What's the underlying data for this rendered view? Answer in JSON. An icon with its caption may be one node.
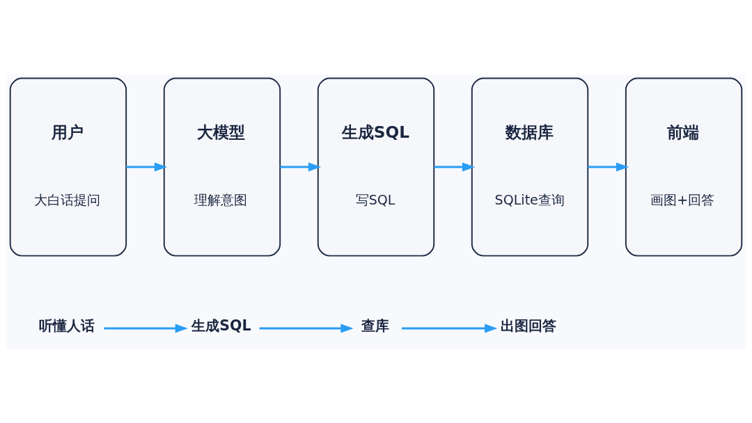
{
  "diagram": {
    "nodes": [
      {
        "text": [
          "用户",
          "大白话提问"
        ]
      },
      {
        "text": [
          "大模型",
          "理解意图"
        ]
      },
      {
        "text": [
          "生成SQL",
          "写SQL"
        ]
      },
      {
        "text": [
          "数据库",
          "SQLite查询"
        ]
      },
      {
        "text": [
          "前端",
          "画图+回答"
        ]
      },
      {
        "text": [
          "听懂人话"
        ]
      },
      {
        "text": [
          "生成SQL"
        ]
      },
      {
        "text": [
          "查库"
        ]
      },
      {
        "text": [
          "出图回答"
        ]
      }
    ],
    "edges": [
      {
        "from": 0,
        "to": 1,
        "arrow": "to"
      },
      {
        "from": 1,
        "to": 2,
        "arrow": "to"
      },
      {
        "from": 2,
        "to": 3,
        "arrow": "to"
      },
      {
        "from": 3,
        "to": 4,
        "arrow": "to"
      },
      {
        "from": 5,
        "to": 6,
        "arrow": "to"
      },
      {
        "from": 6,
        "to": 7,
        "arrow": "to"
      },
      {
        "from": 7,
        "to": 8,
        "arrow": "to"
      }
    ]
  }
}
